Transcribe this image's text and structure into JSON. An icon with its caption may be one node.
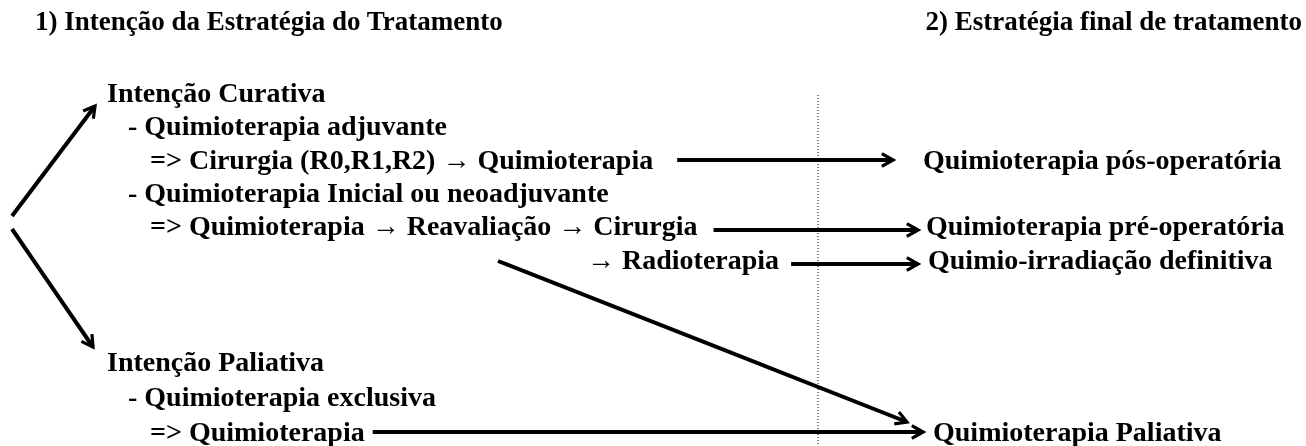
{
  "diagram": {
    "nodes": [
      {
        "text": [
          "Intenção Curativa"
        ]
      },
      {
        "text": [
          "- Quimioterapia adjuvante"
        ]
      },
      {
        "text": [
          "=> Cirurgia (R0,R1,R2) → Quimioterapia"
        ]
      },
      {
        "text": [
          "- Quimioterapia Inicial ou neoadjuvante"
        ]
      },
      {
        "text": [
          "=> Quimioterapia → Reavaliação → Cirurgia"
        ]
      },
      {
        "text": [
          "→ Radioterapia"
        ]
      },
      {
        "text": [
          "Intenção Paliativa"
        ]
      },
      {
        "text": [
          "- Quimioterapia exclusiva"
        ]
      },
      {
        "text": [
          "=> Quimioterapia"
        ]
      },
      {
        "text": [
          "Quimioterapia pós-operatória"
        ]
      },
      {
        "text": [
          "Quimioterapia pré-operatória"
        ]
      },
      {
        "text": [
          "Quimio-irradiação definitiva"
        ]
      },
      {
        "text": [
          "Quimioterapia Paliativa"
        ]
      }
    ],
    "edges": [
      {
        "from": null,
        "to": 0,
        "arrow": "to"
      },
      {
        "from": null,
        "to": 6,
        "arrow": "to"
      },
      {
        "from": 2,
        "to": 9,
        "arrow": "to"
      },
      {
        "from": 4,
        "to": 10,
        "arrow": "to"
      },
      {
        "from": 5,
        "to": 11,
        "arrow": "to"
      },
      {
        "from": 4,
        "to": 12,
        "arrow": "to"
      },
      {
        "from": 8,
        "to": 12,
        "arrow": "to"
      }
    ],
    "labels": [
      "1) Intenção da Estratégia do Tratamento",
      "2) Estratégia final de tratamento"
    ]
  }
}
